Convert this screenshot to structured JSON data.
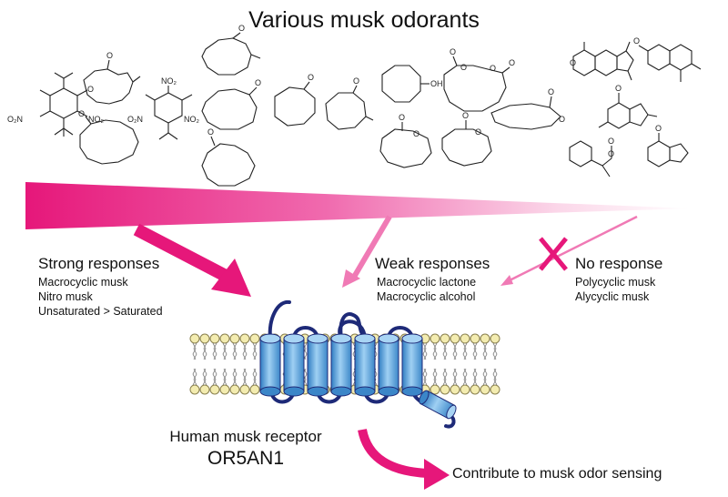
{
  "title": "Various musk odorants",
  "responses": {
    "strong": {
      "label": "Strong responses",
      "items": [
        "Macrocyclic musk",
        "Nitro musk",
        "Unsaturated > Saturated"
      ]
    },
    "weak": {
      "label": "Weak responses",
      "items": [
        "Macrocyclic lactone",
        "Macrocyclic alcohol"
      ]
    },
    "none": {
      "label": "No response",
      "items": [
        "Polycyclic musk",
        "Alycyclic musk"
      ]
    }
  },
  "receptor": {
    "label": "Human musk receptor",
    "name": "OR5AN1"
  },
  "outcome": "Contribute to musk odor sensing",
  "atoms": {
    "o": "O",
    "o2n": "O₂N",
    "no2": "NO₂",
    "oh": "OH"
  },
  "colors": {
    "magenta": "#e6177a",
    "pink": "#f07ab5",
    "receptor_blue": "#5a9fd6",
    "loop_navy": "#1e2a78",
    "lipid_head": "#f3ecb0"
  }
}
